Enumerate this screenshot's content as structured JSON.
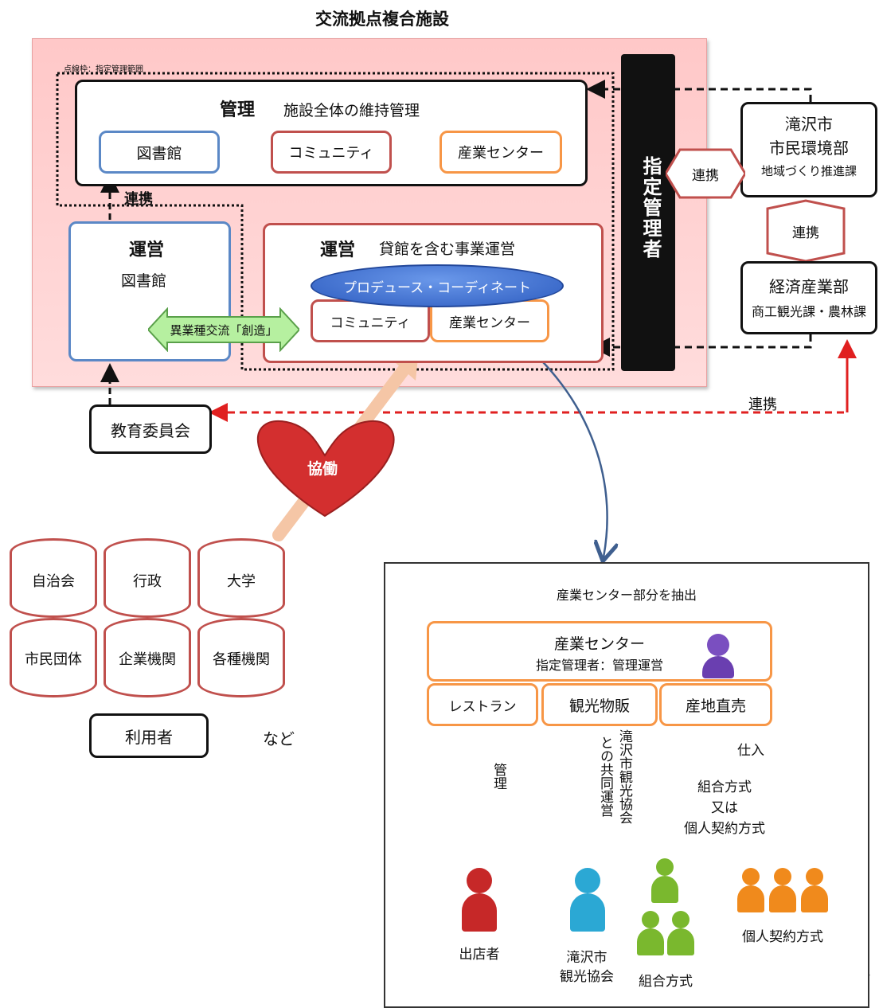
{
  "title": "交流拠点複合施設",
  "dotted_note": "点線枠：指定管理範囲",
  "kanri": {
    "heading": "管理",
    "desc": "施設全体の維持管理",
    "library": "図書館",
    "community": "コミュニティ",
    "industry": "産業センター"
  },
  "renkei_label": "連携",
  "unei_lib": {
    "heading": "運営",
    "name": "図書館"
  },
  "unei_main": {
    "heading": "運営",
    "desc": "貸館を含む事業運営",
    "produce": "プロデュース・コーディネート",
    "community": "コミュニティ",
    "industry": "産業センター"
  },
  "exchange": "異業種交流「創造」",
  "designated_manager": "指定管理者",
  "city_env": {
    "line1": "滝沢市",
    "line2": "市民環境部",
    "line3": "地域づくり推進課"
  },
  "econ": {
    "line1": "経済産業部",
    "line2": "商工観光課・農林課"
  },
  "renkei_a": "連携",
  "renkei_b": "連携",
  "renkei_c": "連携",
  "board": "教育委員会",
  "collab": "協働",
  "users": [
    "自治会",
    "行政",
    "大学",
    "市民団体",
    "企業機関",
    "各種機関"
  ],
  "users_label": "利用者",
  "etc": "など",
  "extract": {
    "title": "産業センター部分を抽出",
    "center_line1": "産業センター",
    "center_line2": "指定管理者：管理運営",
    "restaurant": "レストラン",
    "souvenir": "観光物販",
    "direct": "産地直売",
    "kanri_v": "管理",
    "joint_v1": "滝沢市観光協会",
    "joint_v2": "との共同運営",
    "shiire": "仕入",
    "method_line1": "組合方式",
    "method_line2": "又は",
    "method_line3": "個人契約方式",
    "tenant": "出店者",
    "assoc_line1": "滝沢市",
    "assoc_line2": "観光協会",
    "union": "組合方式",
    "individual": "個人契約方式"
  },
  "colors": {
    "pink": "#ffd0d0",
    "blue": "#5b88c6",
    "red": "#c0504d",
    "orange": "#f79646",
    "link_red": "#e02020",
    "produce_blue": "#3d6ed0"
  }
}
